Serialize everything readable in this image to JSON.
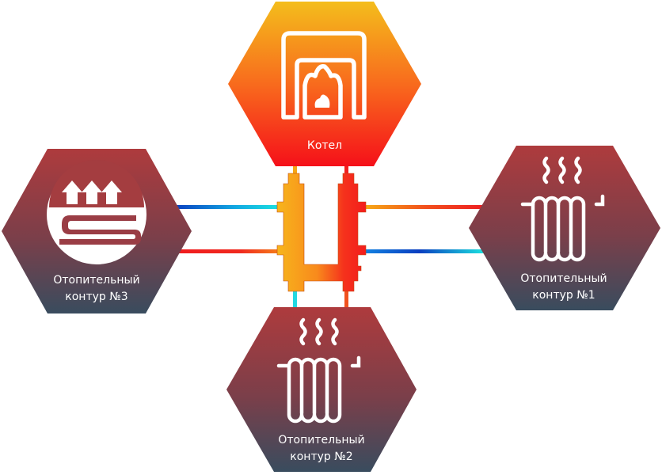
{
  "diagram": {
    "title": "Heating system with hydraulic separator",
    "nodes": {
      "boiler": {
        "label": "Котел",
        "icon": "boiler-icon"
      },
      "circuit1": {
        "label_line1": "Отопительный",
        "label_line2": "контур  №1",
        "icon": "radiator-icon"
      },
      "circuit2": {
        "label_line1": "Отопительный",
        "label_line2": "контур  №2",
        "icon": "radiator-icon"
      },
      "circuit3": {
        "label_line1": "Отопительный",
        "label_line2": "контур  №3",
        "icon": "underfloor-heating-icon"
      }
    },
    "colors": {
      "boiler_top": "#f4b51a",
      "boiler_mid": "#f86a1c",
      "boiler_bottom": "#f5121a",
      "circuit_top": "#a83d3f",
      "circuit_bottom": "#3b4b5e",
      "hot_pipe": "#f01e1e",
      "warm_pipe": "#f5a416",
      "cold_pipe_dark": "#0a3bbf",
      "cold_pipe_light": "#18e4e0",
      "separator_left": "#f6b01c",
      "separator_right": "#f41e1e"
    }
  }
}
